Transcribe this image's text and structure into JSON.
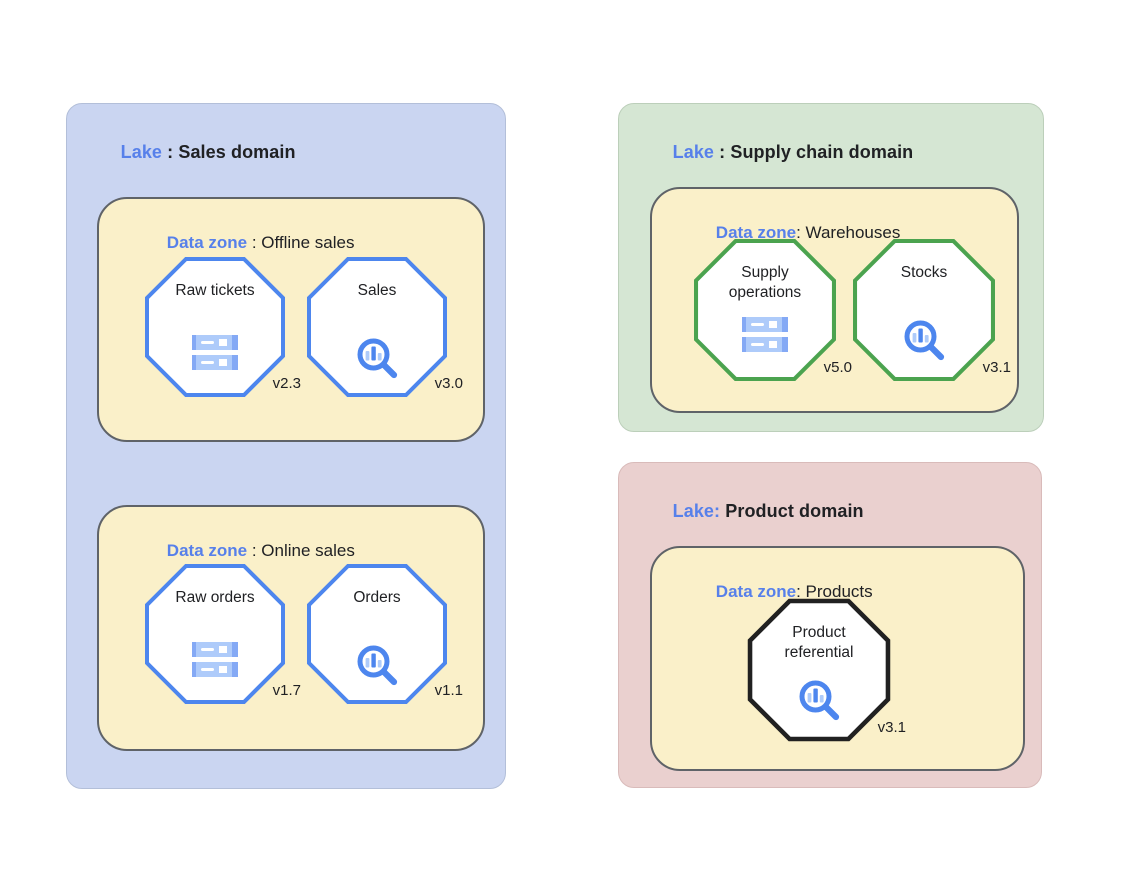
{
  "colors": {
    "accent_blue": "#5780EA",
    "text_dark": "#202124",
    "lake_blue_bg": "#CAD5F1",
    "lake_blue_border": "#B3BFD9",
    "lake_green_bg": "#D5E6D3",
    "lake_green_border": "#BCCFBA",
    "lake_pink_bg": "#EAD0CF",
    "lake_pink_border": "#D9BBBA",
    "zone_bg": "#FAF0C9",
    "zone_border": "#5F6368",
    "octagon_blue": "#4D86EE",
    "octagon_green": "#4BA34F",
    "octagon_black": "#212121",
    "icon_light_blue": "#AECBFA",
    "icon_mid_blue": "#84A9F5",
    "icon_dark_blue": "#4D86EE"
  },
  "lakes": [
    {
      "title_prefix": "Lake",
      "title_rest": " : Sales domain",
      "zones": [
        {
          "title_prefix": "Data zone",
          "title_rest": " : Offline sales",
          "entities": [
            {
              "name": "Raw tickets",
              "version": "v2.3",
              "icon": "storage-icon"
            },
            {
              "name": "Sales",
              "version": "v3.0",
              "icon": "search-analytics-icon"
            }
          ]
        },
        {
          "title_prefix": "Data zone",
          "title_rest": " : Online sales",
          "entities": [
            {
              "name": "Raw orders",
              "version": "v1.7",
              "icon": "storage-icon"
            },
            {
              "name": "Orders",
              "version": "v1.1",
              "icon": "search-analytics-icon"
            }
          ]
        }
      ]
    },
    {
      "title_prefix": "Lake",
      "title_rest": " : Supply chain domain",
      "zones": [
        {
          "title_prefix": "Data zone",
          "title_rest": ": Warehouses",
          "entities": [
            {
              "name": "Supply operations",
              "version": "v5.0",
              "icon": "storage-icon"
            },
            {
              "name": "Stocks",
              "version": "v3.1",
              "icon": "search-analytics-icon"
            }
          ]
        }
      ]
    },
    {
      "title_prefix": "Lake:",
      "title_rest": " Product domain",
      "zones": [
        {
          "title_prefix": "Data zone",
          "title_rest": ": Products",
          "entities": [
            {
              "name": "Product referential",
              "version": "v3.1",
              "icon": "search-analytics-icon"
            }
          ]
        }
      ]
    }
  ]
}
